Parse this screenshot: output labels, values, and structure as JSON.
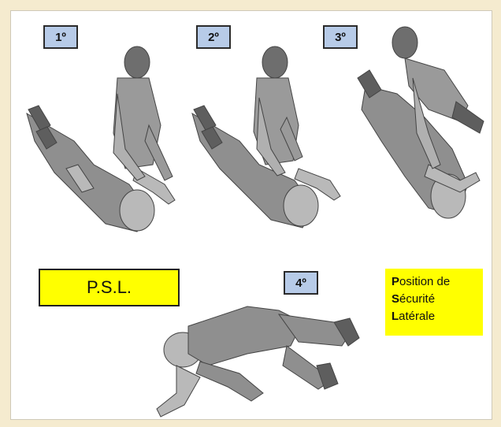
{
  "steps": [
    {
      "label": "1º"
    },
    {
      "label": "2º"
    },
    {
      "label": "3º"
    },
    {
      "label": "4º"
    }
  ],
  "psl_label": "P.S.L.",
  "legend": {
    "line1_initial": "P",
    "line1_rest": "osition de",
    "line2_initial": "S",
    "line2_rest": "écurité",
    "line3_initial": "L",
    "line3_rest": "atérale"
  },
  "colors": {
    "background": "#f5ebcf",
    "badge": "#b7cbe8",
    "highlight": "#ffff00",
    "figure_body": "#8f8f8f",
    "figure_dark": "#5e5e5e",
    "figure_skin": "#b9b9b9"
  }
}
